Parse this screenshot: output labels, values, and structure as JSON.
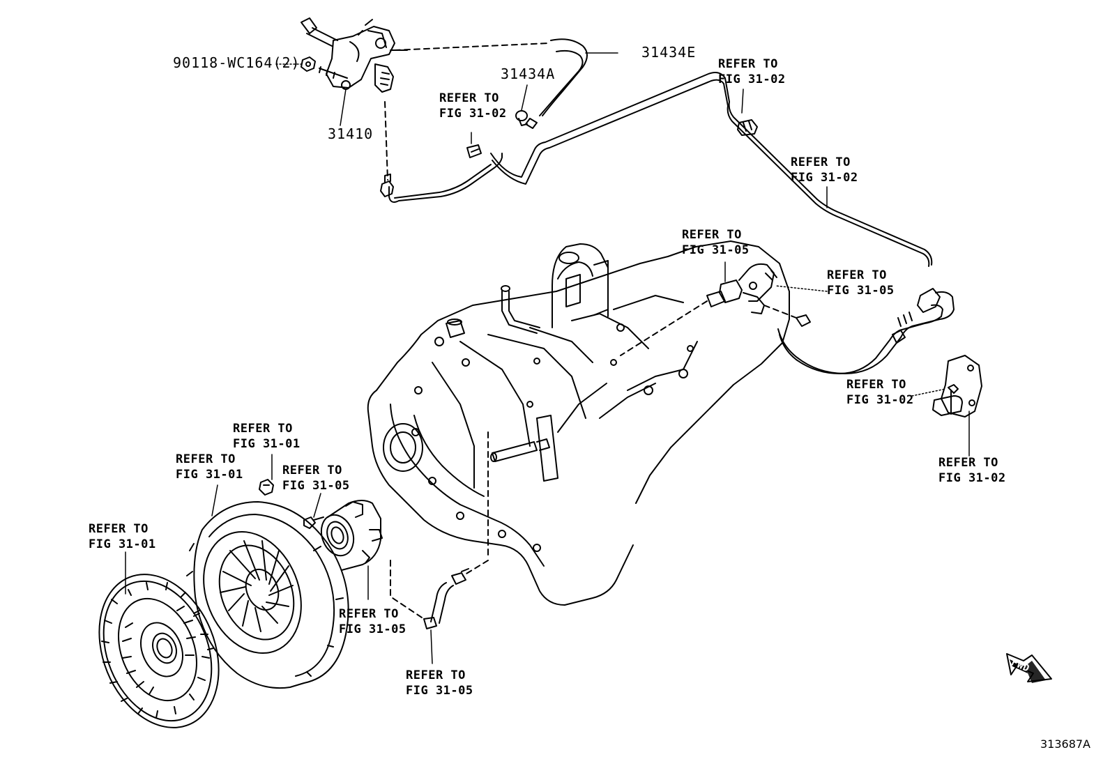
{
  "diagram": {
    "parts": {
      "p90118": "90118-WC164(2)",
      "p31410": "31410",
      "p31434A": "31434A",
      "p31434E": "31434E"
    },
    "refs": {
      "r1_line1": "REFER TO",
      "r1_line2": "FIG 31-02",
      "r2_line1": "REFER TO",
      "r2_line2": "FIG 31-02",
      "r3_line1": "REFER TO",
      "r3_line2": "FIG 31-02",
      "r4_line1": "REFER TO",
      "r4_line2": "FIG 31-05",
      "r5_line1": "REFER TO",
      "r5_line2": "FIG 31-05",
      "r6_line1": "REFER TO",
      "r6_line2": "FIG 31-02",
      "r7_line1": "REFER TO",
      "r7_line2": "FIG 31-02",
      "r8_line1": "REFER TO",
      "r8_line2": "FIG 31-01",
      "r9_line1": "REFER TO",
      "r9_line2": "FIG 31-01",
      "r10_line1": "REFER TO",
      "r10_line2": "FIG 31-05",
      "r11_line1": "REFER TO",
      "r11_line2": "FIG 31-01",
      "r12_line1": "REFER TO",
      "r12_line2": "FIG 31-05",
      "r13_line1": "REFER TO",
      "r13_line2": "FIG 31-05"
    },
    "fwd_label": "FWD",
    "figure_id": "313687A"
  }
}
